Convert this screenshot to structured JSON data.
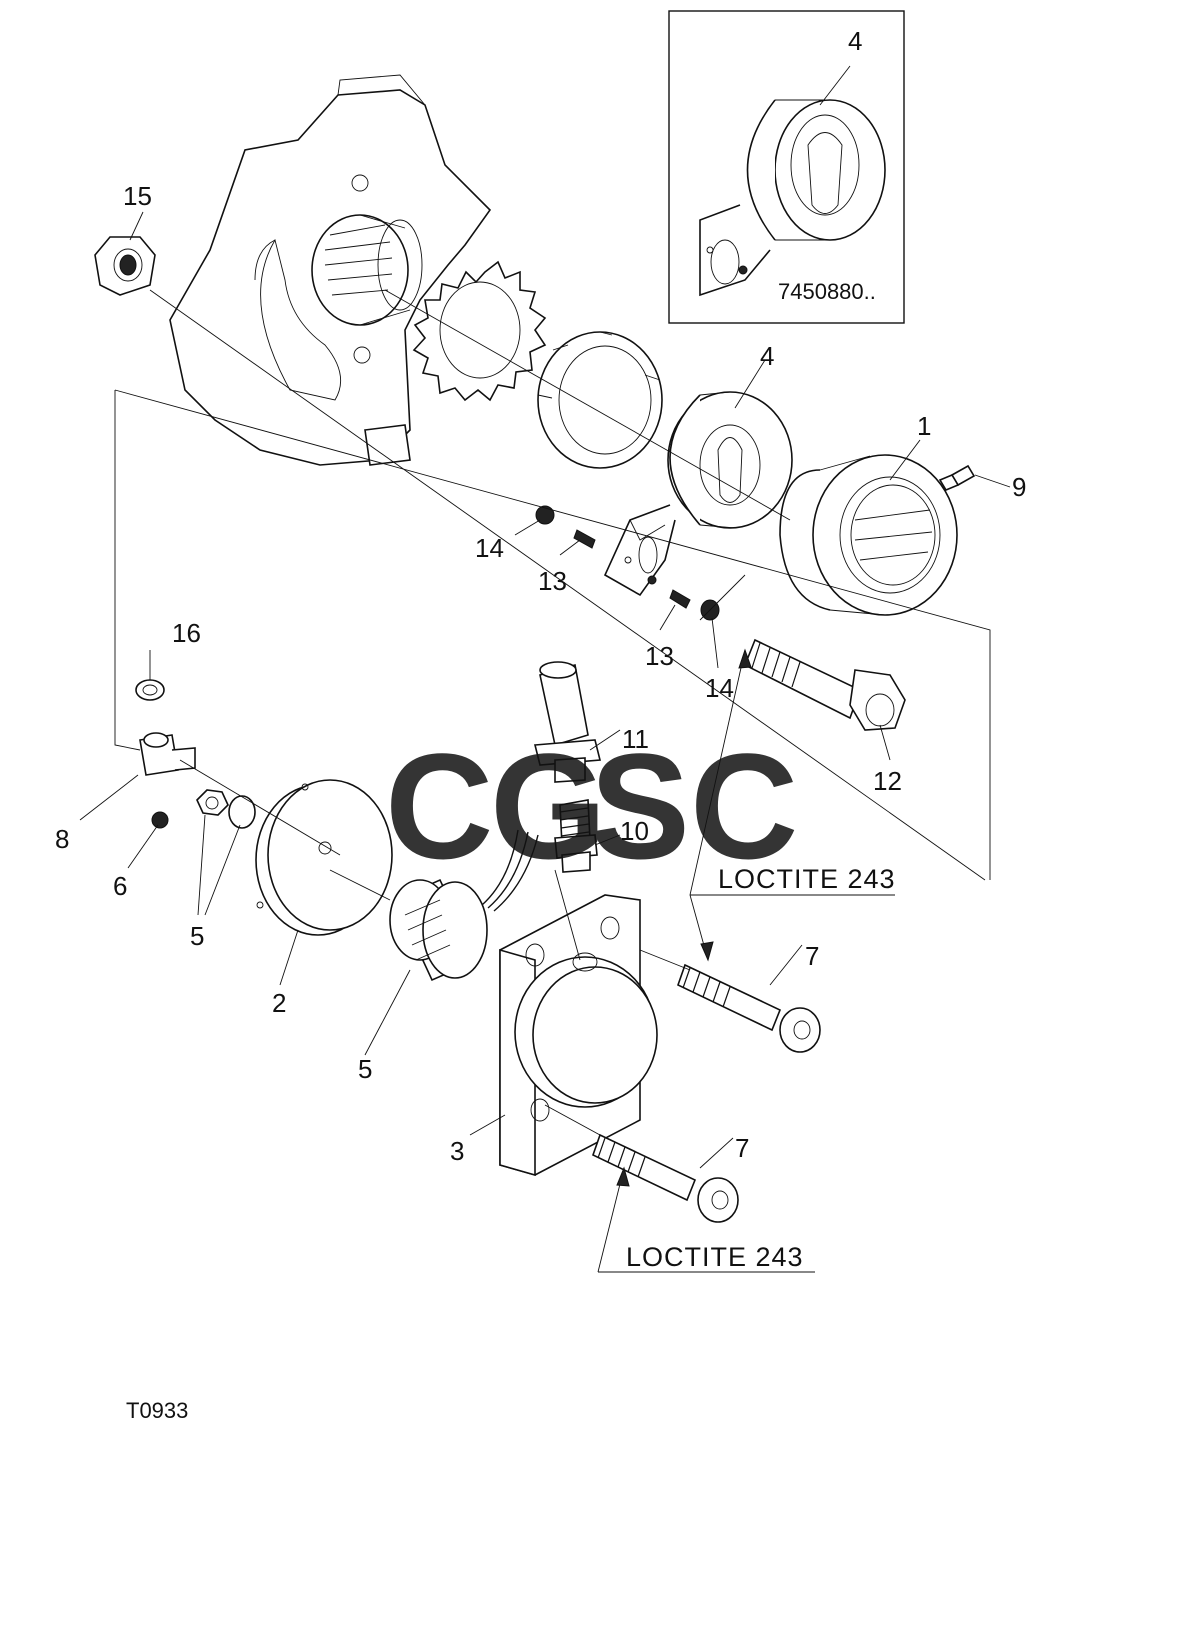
{
  "diagram": {
    "figure_code": "T0933",
    "inset_part_number": "7450880..",
    "watermark": {
      "text": "CGSC",
      "letters": [
        {
          "char": "C",
          "color": "#6a9cf2"
        },
        {
          "char": "G",
          "color": "#f07a6f"
        },
        {
          "char": "S",
          "color": "#f6d35b"
        },
        {
          "char": "C",
          "color": "#5bb585"
        }
      ]
    },
    "notes": {
      "upper": "LOCTITE  243",
      "lower": "LOCTITE  243"
    },
    "callouts": {
      "c1": "1",
      "c2": "2",
      "c3": "3",
      "c4_main": "4",
      "c4_inset": "4",
      "c5_nut": "5",
      "c5_coil": "5",
      "c6": "6",
      "c7_upper": "7",
      "c7_lower": "7",
      "c8": "8",
      "c9": "9",
      "c10": "10",
      "c11": "11",
      "c12": "12",
      "c13_a": "13",
      "c13_b": "13",
      "c14_a": "14",
      "c14_b": "14",
      "c15": "15",
      "c16": "16"
    }
  }
}
